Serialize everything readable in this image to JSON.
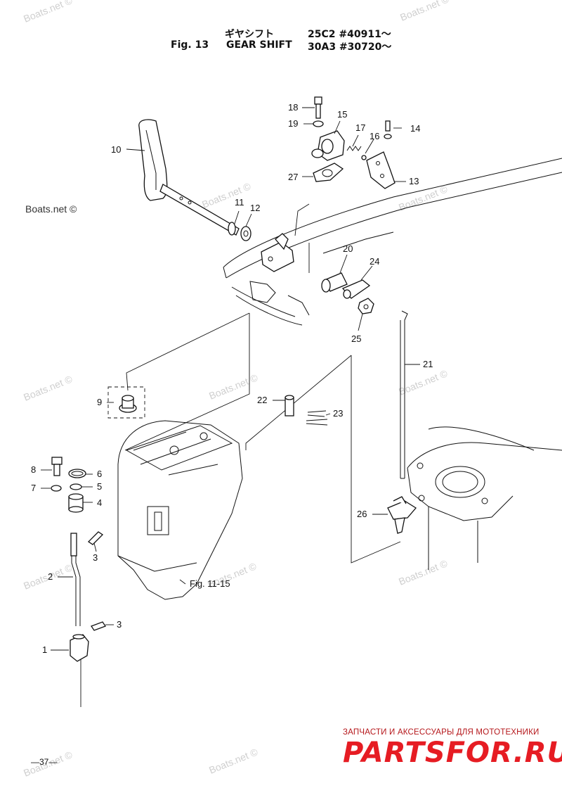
{
  "header": {
    "fig_label": "Fig. 13",
    "title_jp": "ギヤシフト",
    "title_en": "GEAR SHIFT",
    "model_1": "25C2 #40911～",
    "model_2": "30A3 #30720～"
  },
  "watermark": "Boats.net ©",
  "ref_label": "Fig. 11-15",
  "page_number": "—37—",
  "branding": {
    "subtitle": "ЗАПЧАСТИ И АКСЕССУАРЫ ДЛЯ МОТОТЕХНИКИ",
    "logo": "PARTSFOR.RU",
    "logo_color": "#e61c23"
  },
  "parts": [
    {
      "num": "1"
    },
    {
      "num": "2"
    },
    {
      "num": "3"
    },
    {
      "num": "3"
    },
    {
      "num": "4"
    },
    {
      "num": "5"
    },
    {
      "num": "6"
    },
    {
      "num": "7"
    },
    {
      "num": "8"
    },
    {
      "num": "9"
    },
    {
      "num": "10"
    },
    {
      "num": "11"
    },
    {
      "num": "12"
    },
    {
      "num": "13"
    },
    {
      "num": "14"
    },
    {
      "num": "15"
    },
    {
      "num": "16"
    },
    {
      "num": "17"
    },
    {
      "num": "18"
    },
    {
      "num": "19"
    },
    {
      "num": "20"
    },
    {
      "num": "21"
    },
    {
      "num": "22"
    },
    {
      "num": "23"
    },
    {
      "num": "24"
    },
    {
      "num": "25"
    },
    {
      "num": "26"
    },
    {
      "num": "27"
    }
  ]
}
